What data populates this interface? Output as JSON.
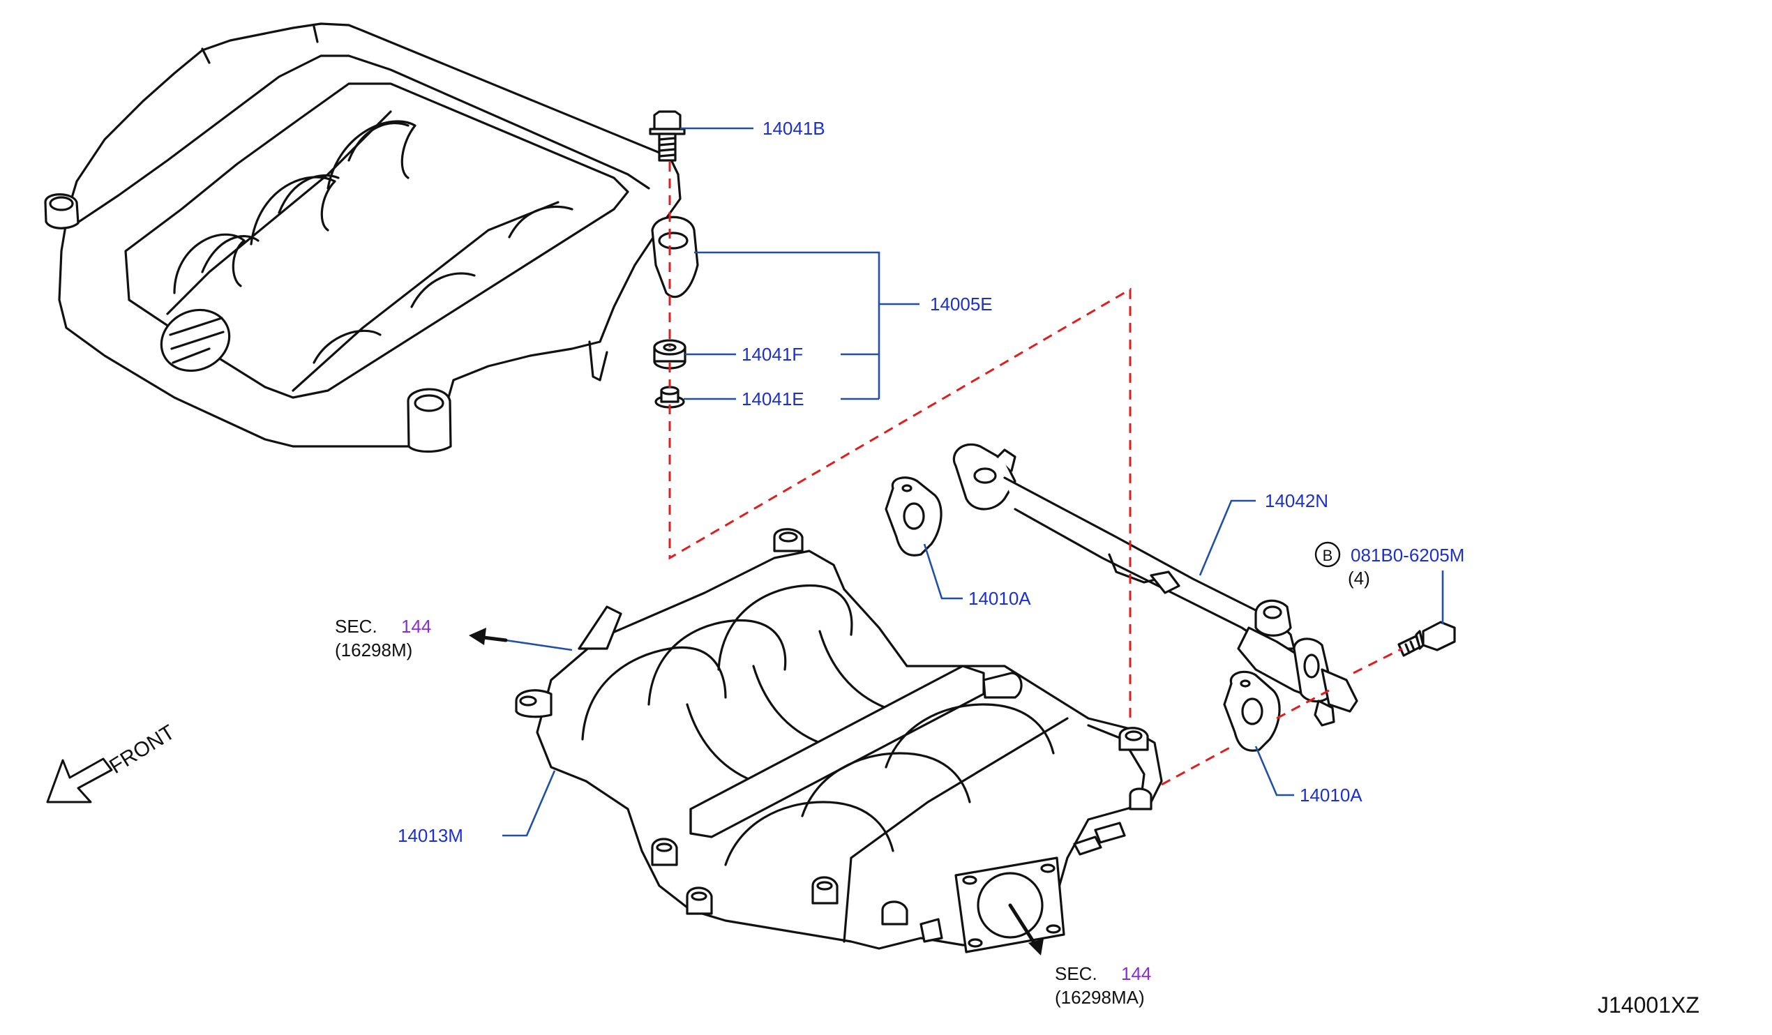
{
  "labels": {
    "p14041B": "14041B",
    "p14005E": "14005E",
    "p14041F": "14041F",
    "p14041E": "14041E",
    "p14042N": "14042N",
    "bolt_marker": "B",
    "bolt_part": "081B0-6205M",
    "bolt_qty": "(4)",
    "p14010A_upper": "14010A",
    "p14010A_lower": "14010A",
    "p14013M": "14013M",
    "sec_word_1": "SEC.",
    "sec_num_1": "144",
    "sec_ref_1": "(16298M)",
    "sec_word_2": "SEC.",
    "sec_num_2": "144",
    "sec_ref_2": "(16298MA)",
    "front": "FRONT",
    "drawing_number": "J14001XZ"
  },
  "colors": {
    "label_blue": "#1a2fd6",
    "leader_blue": "#1f4fa8",
    "dash_red": "#e01e1e",
    "section_purple": "#8a2be2",
    "line_black": "#111111"
  }
}
